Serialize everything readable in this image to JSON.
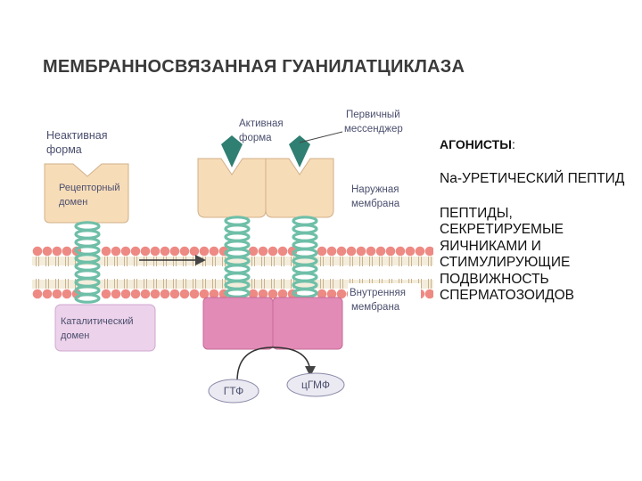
{
  "slide": {
    "title": "МЕМБРАННОСВЯЗАННАЯ ГУАНИЛАТЦИКЛАЗА"
  },
  "diagram": {
    "labels": {
      "inactive_form": [
        "Неактивная",
        "форма"
      ],
      "receptor_domain": [
        "Рецепторный",
        "домен"
      ],
      "active_form": [
        "Активная",
        "форма"
      ],
      "primary_messenger": [
        "Первичный",
        "мессенджер"
      ],
      "outer_membrane": [
        "Наружная",
        "мембрана"
      ],
      "inner_membrane": [
        "Внутренняя",
        "мембрана"
      ],
      "catalytic_domain": [
        "Каталитический",
        "домен"
      ],
      "gtp": "ГТФ",
      "cgmp": "цГМФ"
    },
    "colors": {
      "receptor": "#f7dcb8",
      "catalytic": "#e28bb6",
      "inactive_catalytic": "#ecd2ea",
      "helix": "#6fbfa8",
      "lipid_head": "#ee8a84",
      "messenger": "#2f7f72",
      "label_box": "#ebeaf2"
    }
  },
  "agonists": {
    "heading": "АГОНИСТЫ",
    "heading_colon": ":",
    "items": [
      "Na-УРЕТИЧЕСКИЙ ПЕПТИД",
      "ПЕПТИДЫ, СЕКРЕТИРУЕМЫЕ ЯИЧНИКАМИ И СТИМУЛИРУЮЩИЕ ПОДВИЖНОСТЬ СПЕРМАТОЗОИДОВ"
    ]
  }
}
